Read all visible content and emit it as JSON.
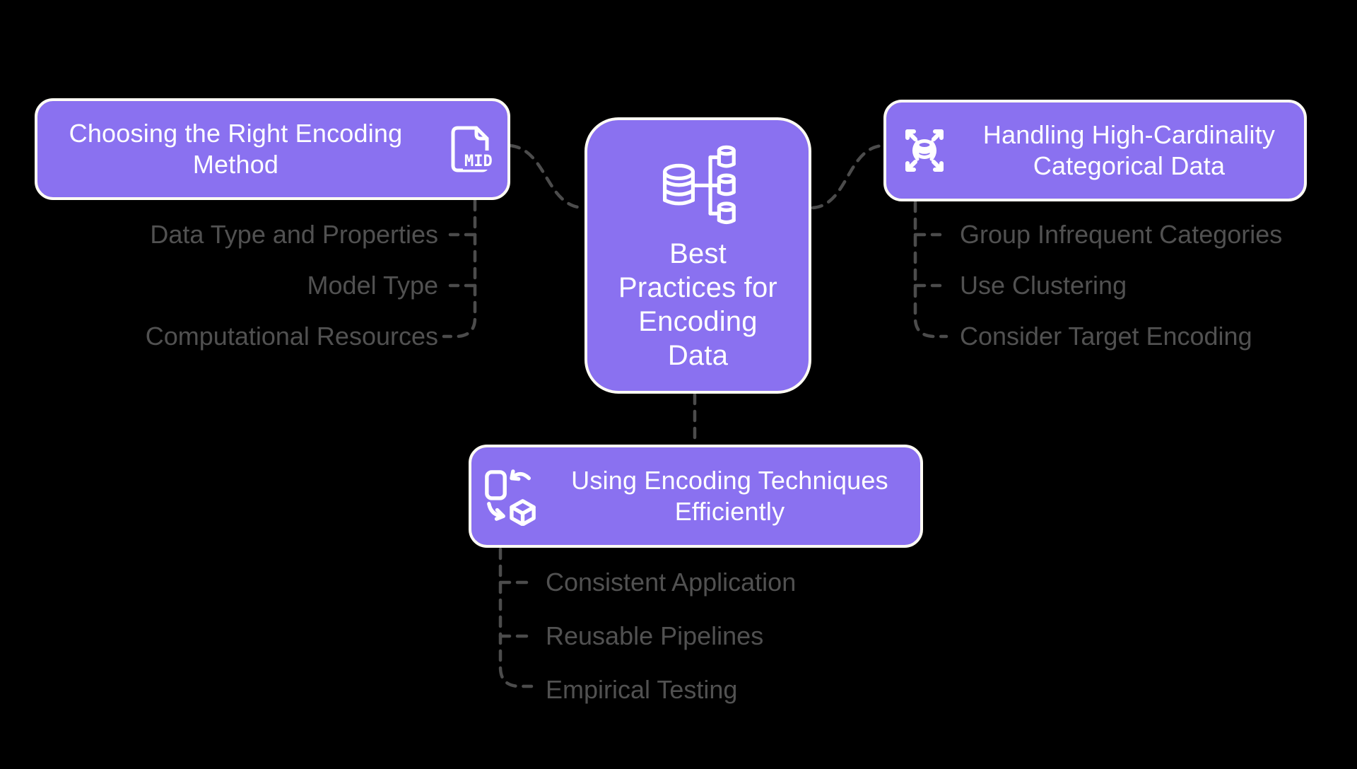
{
  "theme": {
    "background": "#000000",
    "node_fill": "#8A71F0",
    "node_border": "#FFFCF4",
    "node_text": "#FFFFFF",
    "leaf_text": "#515151",
    "connector": "#4C4C4C"
  },
  "center_node": {
    "title": "Best Practices for Encoding Data",
    "icon": "database-branching-icon"
  },
  "branches": {
    "left": {
      "title": "Choosing the Right Encoding Method",
      "icon": "mid-file-icon",
      "badge": "MID",
      "items": [
        "Data Type and Properties",
        "Model Type",
        "Computational Resources"
      ]
    },
    "right": {
      "title": "Handling High-Cardinality Categorical Data",
      "icon": "scale-out-database-icon",
      "items": [
        "Group Infrequent Categories",
        "Use Clustering",
        "Consider Target Encoding"
      ]
    },
    "bottom": {
      "title": "Using Encoding Techniques Efficiently",
      "icon": "document-to-object-transform-icon",
      "items": [
        "Consistent Application",
        "Reusable Pipelines",
        "Empirical Testing"
      ]
    }
  }
}
